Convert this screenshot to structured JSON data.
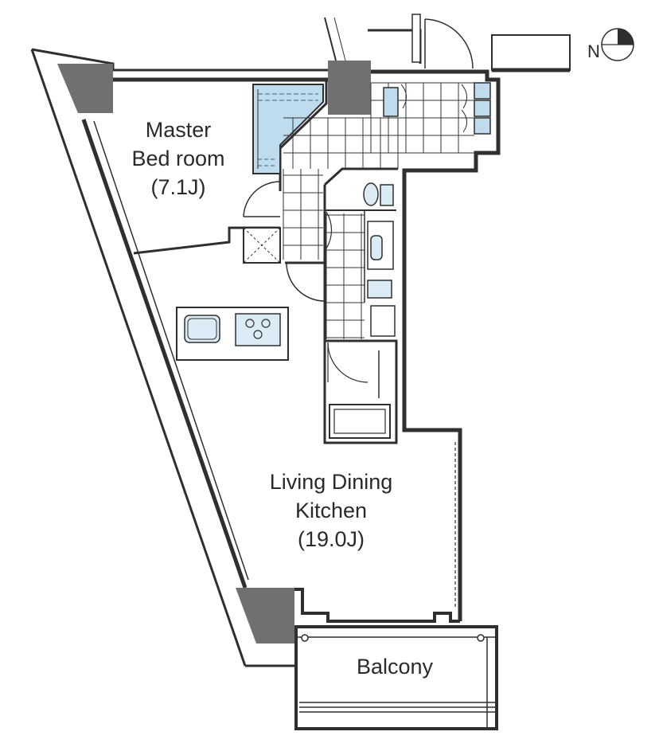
{
  "rooms": {
    "master_bedroom": {
      "line1": "Master",
      "line2": "Bed room",
      "size": "(7.1J)"
    },
    "ldk": {
      "line1": "Living Dining",
      "line2": "Kitchen",
      "size": "(19.0J)"
    },
    "balcony": {
      "label": "Balcony"
    }
  },
  "compass": {
    "letter": "N"
  },
  "colors": {
    "wall": "#2f2f2f",
    "column": "#707070",
    "closet": "#bfdcee",
    "fixture": "#dcecf6",
    "tile_line": "#333333"
  }
}
